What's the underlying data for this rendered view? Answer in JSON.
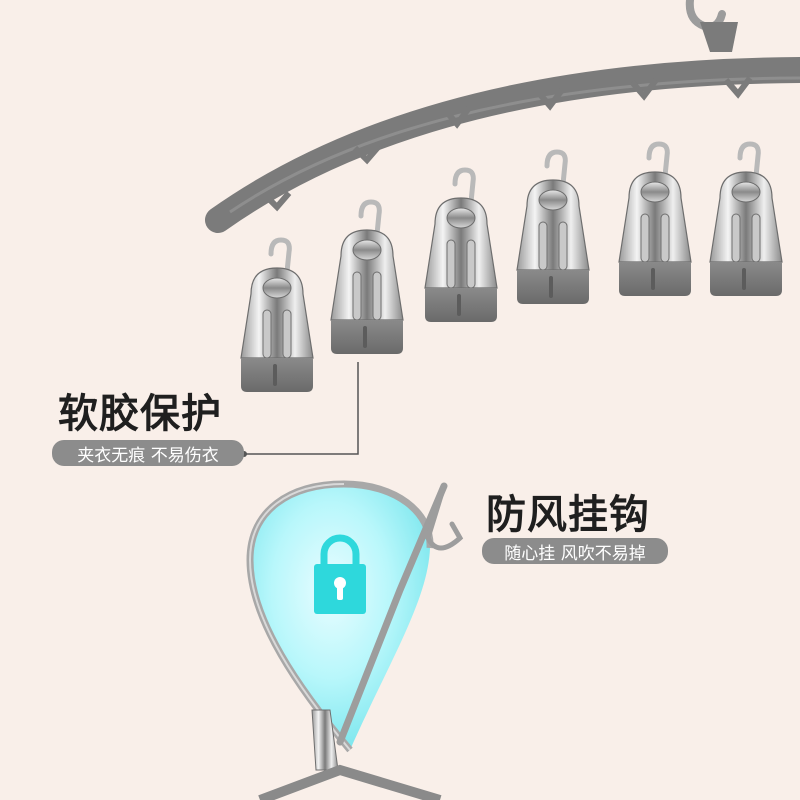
{
  "features": {
    "soft_protection": {
      "title": "软胶保护",
      "subtitle": "夹衣无痕 不易伤衣"
    },
    "windproof_hook": {
      "title": "防风挂钩",
      "subtitle": "随心挂 风吹不易掉"
    }
  },
  "colors": {
    "background": "#f9efe9",
    "frame_gray": "#7b7b7b",
    "clip_pad_gray": "#6f6f6f",
    "pill_gray": "#8c8c8c",
    "lock_cyan": "#2ed8dc",
    "glow_cyan": "#b8f7fb"
  },
  "icons": [
    "lock-icon"
  ]
}
